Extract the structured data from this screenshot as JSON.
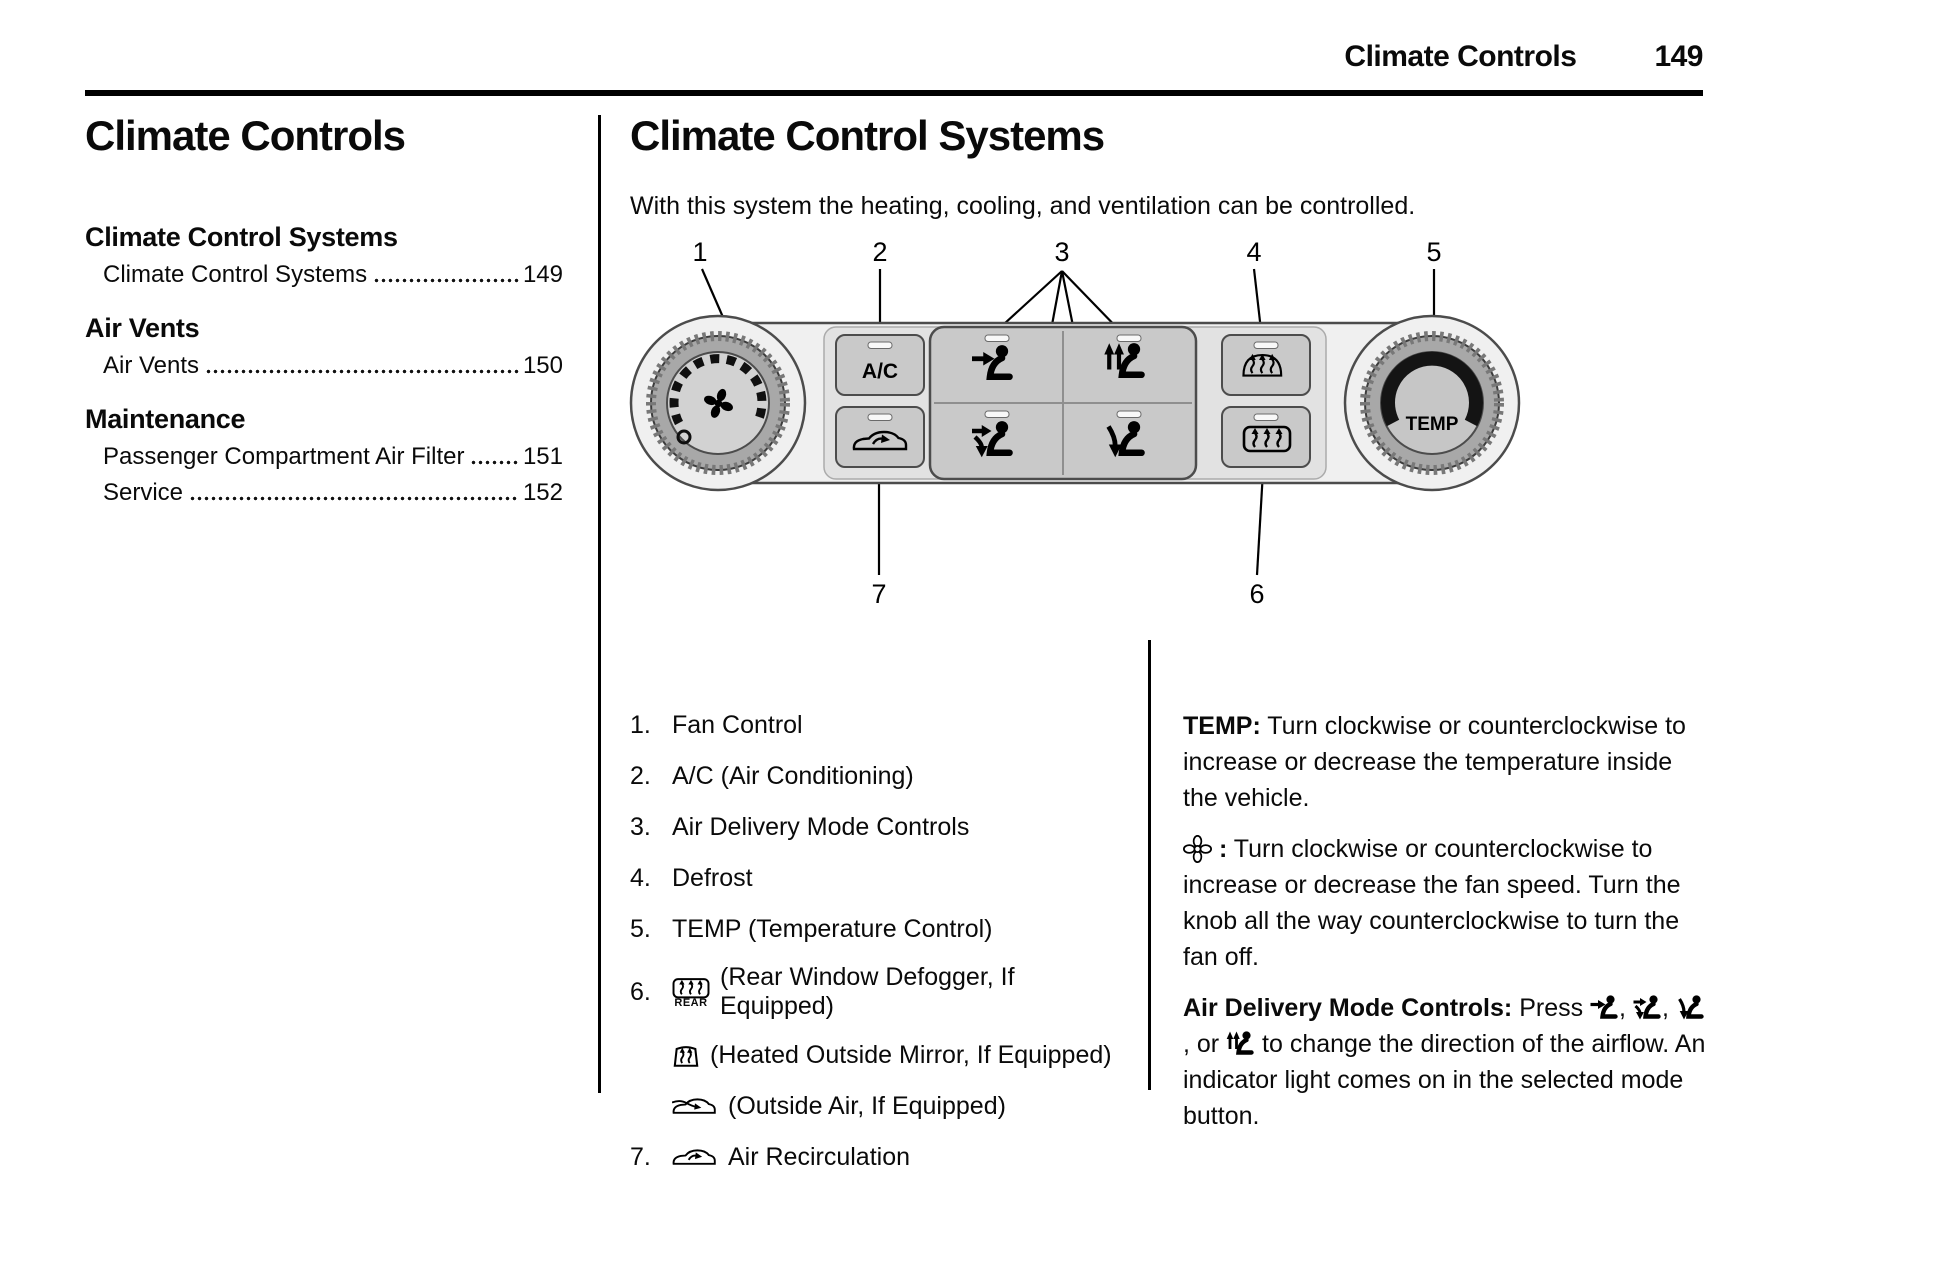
{
  "page_header": {
    "section_title": "Climate Controls",
    "page_number": "149"
  },
  "left_column": {
    "title": "Climate Controls",
    "sections": [
      {
        "heading": "Climate Control Systems",
        "entries": [
          {
            "label": "Climate Control Systems",
            "page": "149"
          }
        ]
      },
      {
        "heading": "Air Vents",
        "entries": [
          {
            "label": "Air Vents",
            "page": "150"
          }
        ]
      },
      {
        "heading": "Maintenance",
        "entries": [
          {
            "label": "Passenger Compartment Air Filter",
            "page": "151"
          },
          {
            "label": "Service",
            "page": "152"
          }
        ]
      }
    ]
  },
  "right_column": {
    "title": "Climate Control Systems",
    "intro": "With this system the heating, cooling, and ventilation can be controlled.",
    "diagram": {
      "callout_1": "1",
      "callout_2": "2",
      "callout_3": "3",
      "callout_4": "4",
      "callout_5": "5",
      "callout_6": "6",
      "callout_7": "7",
      "ac_button_label": "A/C",
      "temp_knob_label": "TEMP",
      "icons": [
        "fan-icon",
        "recirculation-icon",
        "vent-mode-icon",
        "defog-floor-mode-icon",
        "bilevel-mode-icon",
        "floor-mode-icon",
        "defrost-icon",
        "rear-window-defogger-icon"
      ]
    },
    "legend": [
      {
        "num": "1.",
        "text": "Fan Control"
      },
      {
        "num": "2.",
        "text": "A/C (Air Conditioning)"
      },
      {
        "num": "3.",
        "text": "Air Delivery Mode Controls"
      },
      {
        "num": "4.",
        "text": "Defrost"
      },
      {
        "num": "5.",
        "text": "TEMP (Temperature Control)"
      },
      {
        "num": "6.",
        "icon": "rear-window-defogger-icon",
        "icon_caption": "REAR",
        "text": "(Rear Window Defogger, If Equipped)"
      },
      {
        "num": "",
        "icon": "heated-outside-mirror-icon",
        "text": "(Heated Outside Mirror, If Equipped)"
      },
      {
        "num": "",
        "icon": "outside-air-icon",
        "text": "(Outside Air, If Equipped)"
      },
      {
        "num": "7.",
        "icon": "air-recirculation-icon",
        "text": "Air Recirculation"
      }
    ],
    "info": {
      "temp_label": "TEMP:",
      "temp_text": "Turn clockwise or counterclockwise to increase or decrease the temperature inside the vehicle.",
      "fan_icon": "fan-icon",
      "fan_separator": ":",
      "fan_text": "Turn clockwise or counterclockwise to increase or decrease the fan speed. Turn the knob all the way counterclockwise to turn the fan off.",
      "mode_label": "Air Delivery Mode Controls:",
      "mode_press": "Press",
      "mode_icons": [
        "vent-mode-icon",
        "bilevel-mode-icon",
        "floor-mode-icon",
        "defog-floor-mode-icon"
      ],
      "mode_sep1": ",",
      "mode_sep2": ",",
      "mode_sep3": ", or",
      "mode_rest": "to change the direction of the airflow. An indicator light comes on in the selected mode button."
    }
  }
}
